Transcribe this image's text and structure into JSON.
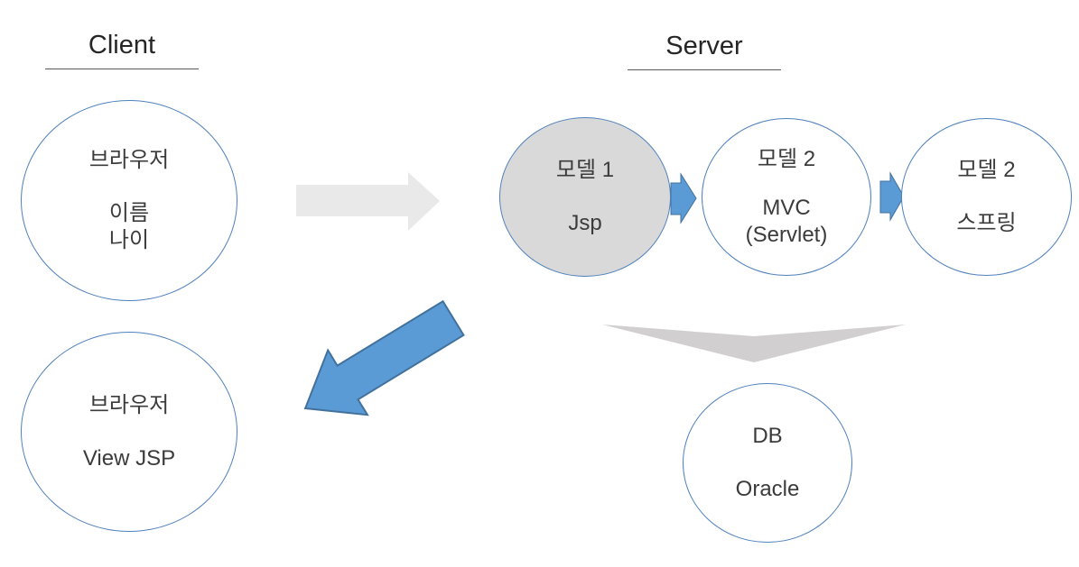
{
  "titles": {
    "client": "Client",
    "server": "Server"
  },
  "circles": {
    "browser_request": {
      "title": "브라우저",
      "lines": [
        "이름",
        "나이"
      ]
    },
    "browser_view": {
      "title": "브라우저",
      "lines": [
        "View JSP"
      ]
    },
    "model1": {
      "title": "모델 1",
      "lines": [
        "Jsp"
      ]
    },
    "model2": {
      "title": "모델 2",
      "lines": [
        "MVC",
        "(Servlet)"
      ]
    },
    "model3": {
      "title": "모델 2",
      "lines": [
        "스프링"
      ]
    },
    "db": {
      "title": "DB",
      "lines": [
        "Oracle"
      ]
    }
  },
  "arrows": {
    "client_to_server": "gray right arrow",
    "model1_to_model2": "blue right arrow",
    "model2_to_model3": "blue right arrow",
    "server_to_client": "large blue diagonal arrow down-left",
    "models_to_db": "gray down chevron"
  },
  "colors": {
    "circle_border": "#4F81BD",
    "model1_fill": "#D9D9D9",
    "blue_arrow_fill": "#5B9BD5",
    "blue_arrow_border": "#41719C",
    "gray_arrow_fill": "#E9E9E9",
    "gray_chevron_fill": "#D1CFCF",
    "text": "#3B3B3B",
    "title_text": "#262626",
    "underline": "#595959"
  }
}
